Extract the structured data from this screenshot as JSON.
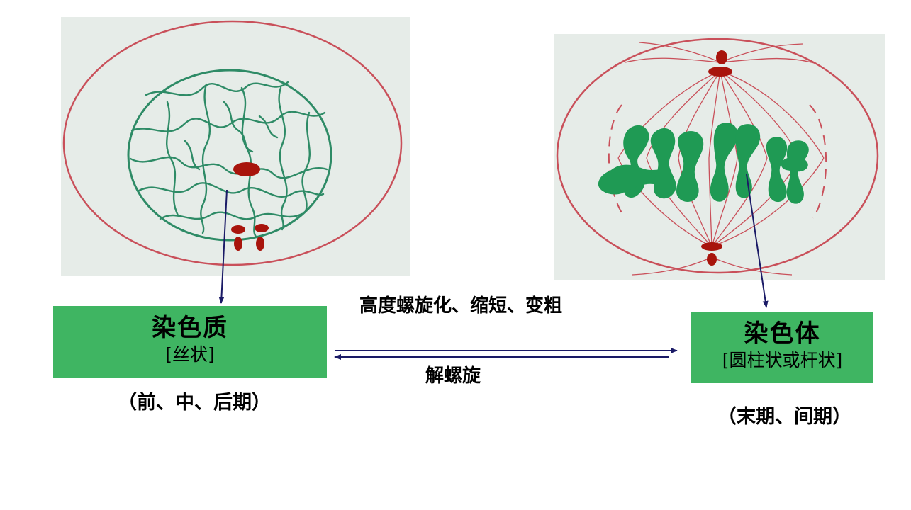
{
  "chromatin": {
    "title": "染色质",
    "form": "[丝状]",
    "phases": "（前、中、后期）"
  },
  "chromosome": {
    "title": "染色体",
    "form": "[圆柱状或杆状]",
    "phases": "（末期、间期）"
  },
  "transitions": {
    "forward": "高度螺旋化、缩短、变粗",
    "reverse": "解螺旋"
  },
  "colors": {
    "box_green": "#3fb562",
    "cell_membrane": "#c9505a",
    "chromatin_green": "#2e8b66",
    "chromosome_green": "#1f9a54",
    "centriole_red": "#a8140c",
    "arrow_navy": "#1a1a66"
  }
}
